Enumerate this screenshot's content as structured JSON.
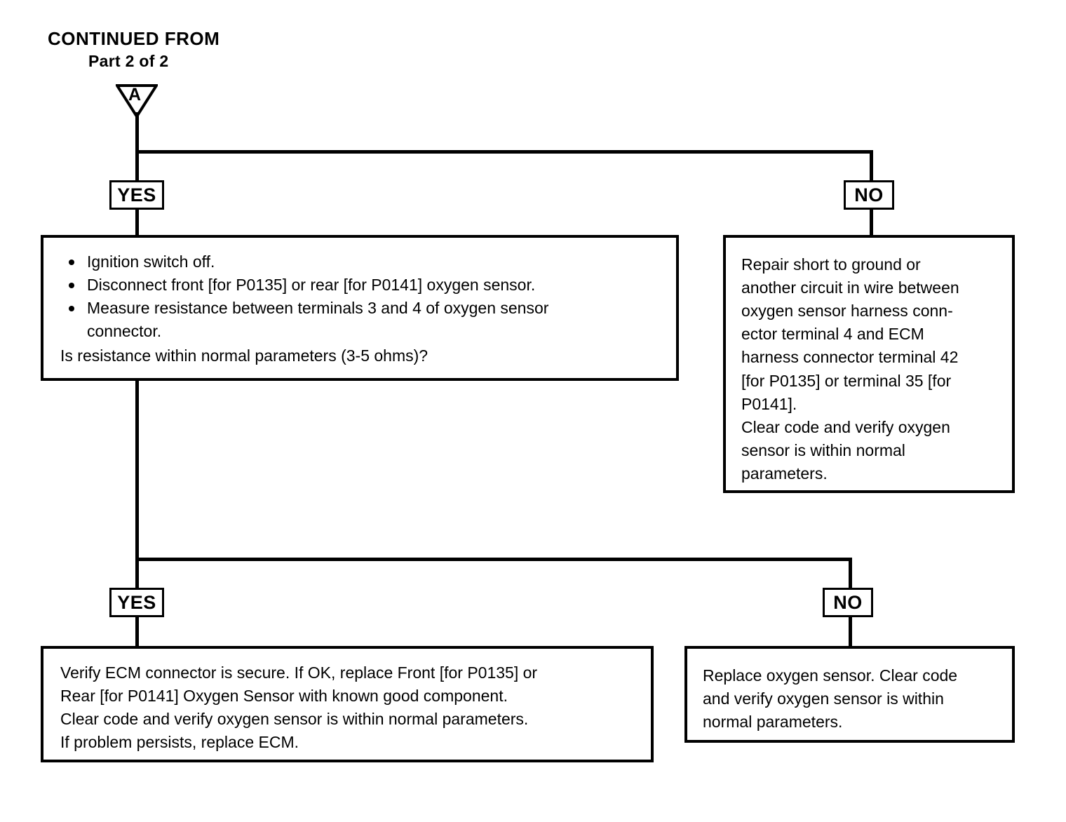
{
  "header": {
    "line1": "CONTINUED FROM",
    "line2": "Part 2 of 2"
  },
  "connector": {
    "label": "A",
    "shape": "down-triangle"
  },
  "branches": {
    "top_yes": "YES",
    "top_no": "NO",
    "bottom_yes": "YES",
    "bottom_no": "NO"
  },
  "boxes": {
    "question": {
      "bullets": [
        "Ignition switch off.",
        "Disconnect front [for P0135] or rear [for P0141] oxygen sensor.",
        "Measure resistance between terminals 3 and 4 of oxygen sensor\nconnector."
      ],
      "question": "Is resistance within normal parameters (3-5 ohms)?"
    },
    "repair_short": {
      "text": "Repair short to ground or\nanother circuit in wire between\noxygen sensor harness conn-\nector terminal 4 and ECM\nharness connector terminal 42\n[for P0135] or terminal 35 [for\nP0141].\nClear code and verify oxygen\nsensor is within normal\nparameters."
    },
    "verify_ecm": {
      "text": "Verify ECM connector is secure. If OK, replace Front [for P0135] or\nRear [for P0141] Oxygen Sensor with known good component.\nClear code and verify oxygen sensor is within normal parameters.\nIf problem persists, replace ECM."
    },
    "replace_sensor": {
      "text": "Replace oxygen sensor. Clear code\nand verify oxygen sensor is within\nnormal parameters."
    }
  },
  "colors": {
    "ink": "#000000",
    "paper": "#ffffff"
  }
}
